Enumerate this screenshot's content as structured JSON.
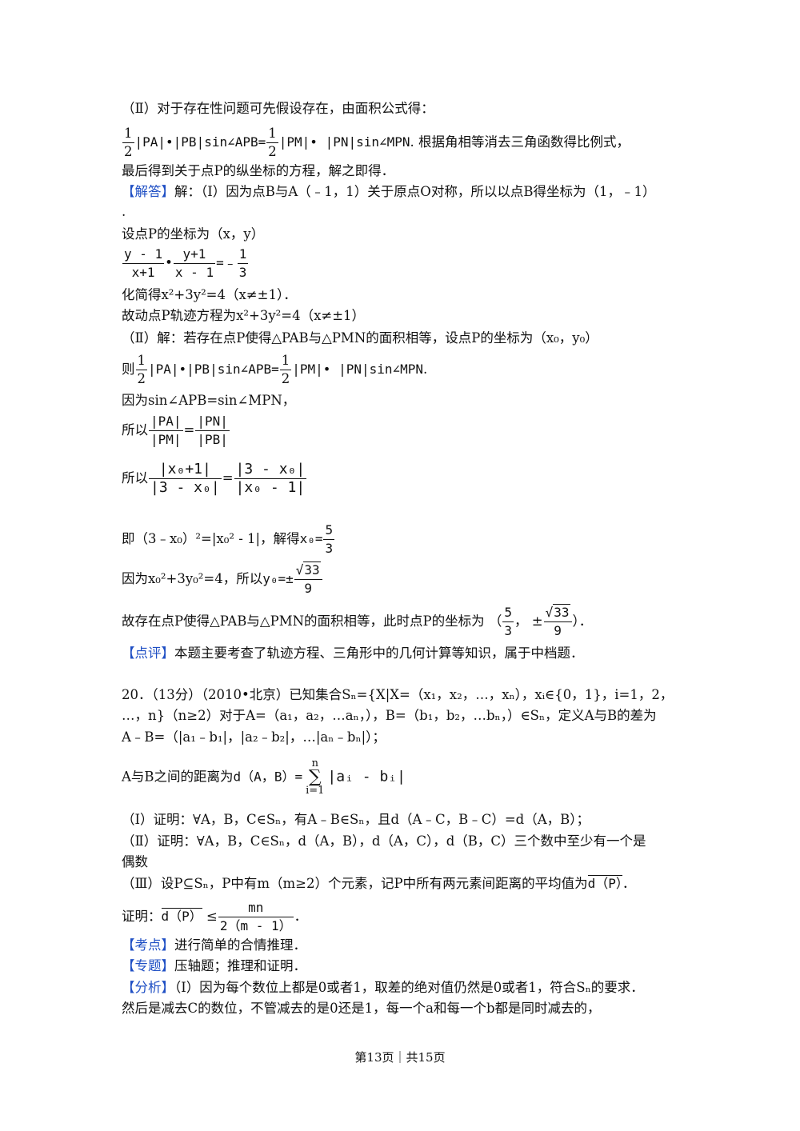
{
  "lines": {
    "l1": "（Ⅱ）对于存在性问题可先假设存在，由面积公式得：",
    "l2_half": "1",
    "l2_den": "2",
    "l2_a": "|PA|•|PB|sin∠APB=",
    "l2_b": "|PM|• |PN|sin∠MPN",
    "l2_c": ". 根据角相等消去三角函数得比例式，",
    "l3": "最后得到关于点P的纵坐标的方程，解之即得．",
    "l4_tag": "【解答】",
    "l4": "解：（I）因为点B与A（﹣1，1）关于原点O对称，所以以点B得坐标为（1，﹣1）",
    "l5": ".",
    "l6": "设点P的坐标为（x，y）",
    "f1_n1": "y - 1",
    "f1_d1": "x+1",
    "f1_n2": "y+1",
    "f1_d2": "x - 1",
    "f1_eq": "=﹣",
    "f1_n3": "1",
    "f1_d3": "3",
    "l8": "化简得x²+3y²=4（x≠±1）．",
    "l9": "故动点P轨迹方程为x²+3y²=4（x≠±1）",
    "l10": "（Ⅱ）解：若存在点P使得△PAB与△PMN的面积相等，设点P的坐标为（x₀，y₀）",
    "l11_pre": "则",
    "l11_end": ".",
    "l12": "因为sin∠APB=sin∠MPN，",
    "l13_pre": "所以",
    "f2_n1": "|PA|",
    "f2_d1": "|PM|",
    "f2_n2": "|PN|",
    "f2_d2": "|PB|",
    "l14_pre": "所以",
    "f3_n1": "|x₀+1|",
    "f3_d1": "|3 - x₀|",
    "f3_n2": "|3 - x₀|",
    "f3_d2": "|x₀ - 1|",
    "l15_a": "即（3﹣x₀）²=|x₀² - 1|，解得",
    "l15_b": "x₀=",
    "l15_n": "5",
    "l15_d": "3",
    "l16_a": "因为x₀²+3y₀²=4，所以",
    "l16_b": "y₀=±",
    "l16_n": "33",
    "l16_d": "9",
    "l17_a": "故存在点P使得△PAB与△PMN的面积相等，此时点P的坐标为",
    "l17_n1": "5",
    "l17_d1": "3",
    "l17_pm": "±",
    "l17_n2": "33",
    "l17_d2": "9",
    "l18_tag": "【点评】",
    "l18": "本题主要考查了轨迹方程、三角形中的几何计算等知识，属于中档题．",
    "q20_1": "20．（13分）（2010•北京）已知集合Sₙ={X|X=（x₁，x₂，…，xₙ），xᵢ∈{0，1}，i=1，2，",
    "q20_2": "…，n}（n≥2）对于A=（a₁，a₂，…aₙ，），B=（b₁，b₂，…bₙ，）∈Sₙ，定义A与B的差为",
    "q20_3": "A﹣B=（|a₁﹣b₁|，|a₂﹣b₂|，…|aₙ﹣bₙ|）；",
    "q20_4a": "A与B之间的距离为",
    "q20_4b": "d（A，B）=",
    "q20_sig_top": "n",
    "q20_sig": "∑",
    "q20_sig_bot": "i=1",
    "q20_4c": "|aᵢ - bᵢ|",
    "q20_5": "（I）证明：∀A，B，C∈Sₙ，有A﹣B∈Sₙ，且d（A﹣C，B﹣C）=d（A，B）；",
    "q20_6": "（Ⅱ）证明：∀A，B，C∈Sₙ，d（A，B），d（A，C），d（B，C）三个数中至少有一个是",
    "q20_7": "偶数",
    "q20_8a": "（Ⅲ）设P⊆Sₙ，P中有m（m≥2）个元素，记P中所有两元素间距离的平均值为",
    "q20_8b": "d（P）",
    "q20_9a": "证明：",
    "q20_9n": "mn",
    "q20_9d": "2（m - 1）",
    "q20_10_tag": "【考点】",
    "q20_10": "进行简单的合情推理．",
    "q20_11_tag": "【专题】",
    "q20_11": "压轴题；推理和证明．",
    "q20_12_tag": "【分析】",
    "q20_12": "（I）因为每个数位上都是0或者1，取差的绝对值仍然是0或者1，符合Sₙ的要求．",
    "q20_13": "然后是减去C的数位，不管减去的是0还是1，每一个a和每一个b都是同时减去的，"
  },
  "footer": "第13页｜共15页",
  "colors": {
    "tag": "#1f4fc4"
  }
}
